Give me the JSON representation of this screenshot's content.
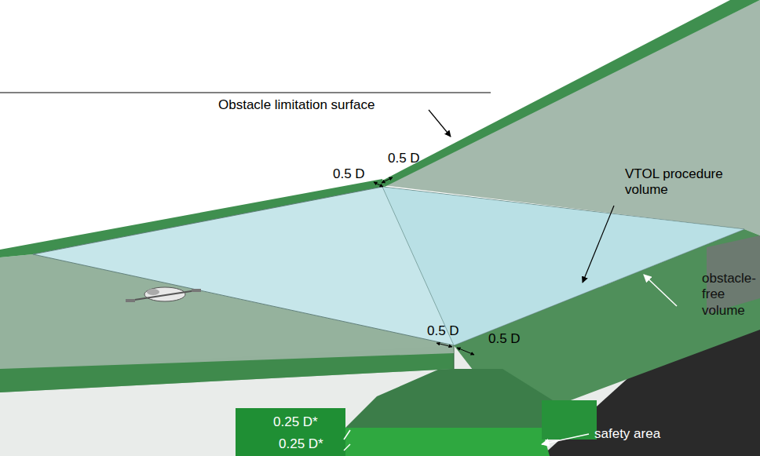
{
  "diagram": {
    "labels": [
      "Obstacle limitation surface",
      "0.5 D",
      "0.5 D",
      "VTOL procedure volume",
      "0.5 D",
      "0.5 D",
      "obstacle-free volume",
      "0.25 D*",
      "safety area",
      "0.25 D*"
    ]
  }
}
